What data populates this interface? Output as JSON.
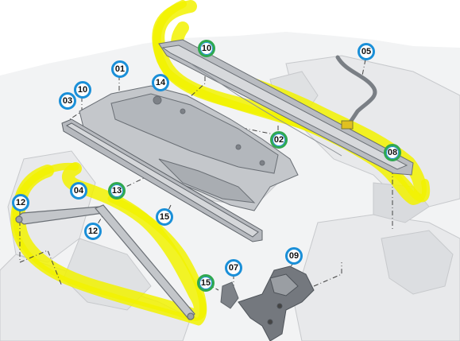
{
  "colors": {
    "highlight": "#f2f200",
    "callout_ring": "#1a8fd8",
    "callout_ring_alt": "#2fa84f",
    "part_fill": "#c9ccd0",
    "part_dark": "#8e9399",
    "background_parts": "#e6e7e9",
    "line": "#555a60"
  },
  "callouts": {
    "c01": "01",
    "c02": "02",
    "c03": "03",
    "c04": "04",
    "c05": "05",
    "c07": "07",
    "c08": "08",
    "c09": "09",
    "c10a": "10",
    "c10b": "10",
    "c12a": "12",
    "c12b": "12",
    "c13": "13",
    "c14": "14",
    "c15a": "15",
    "c15b": "15"
  }
}
